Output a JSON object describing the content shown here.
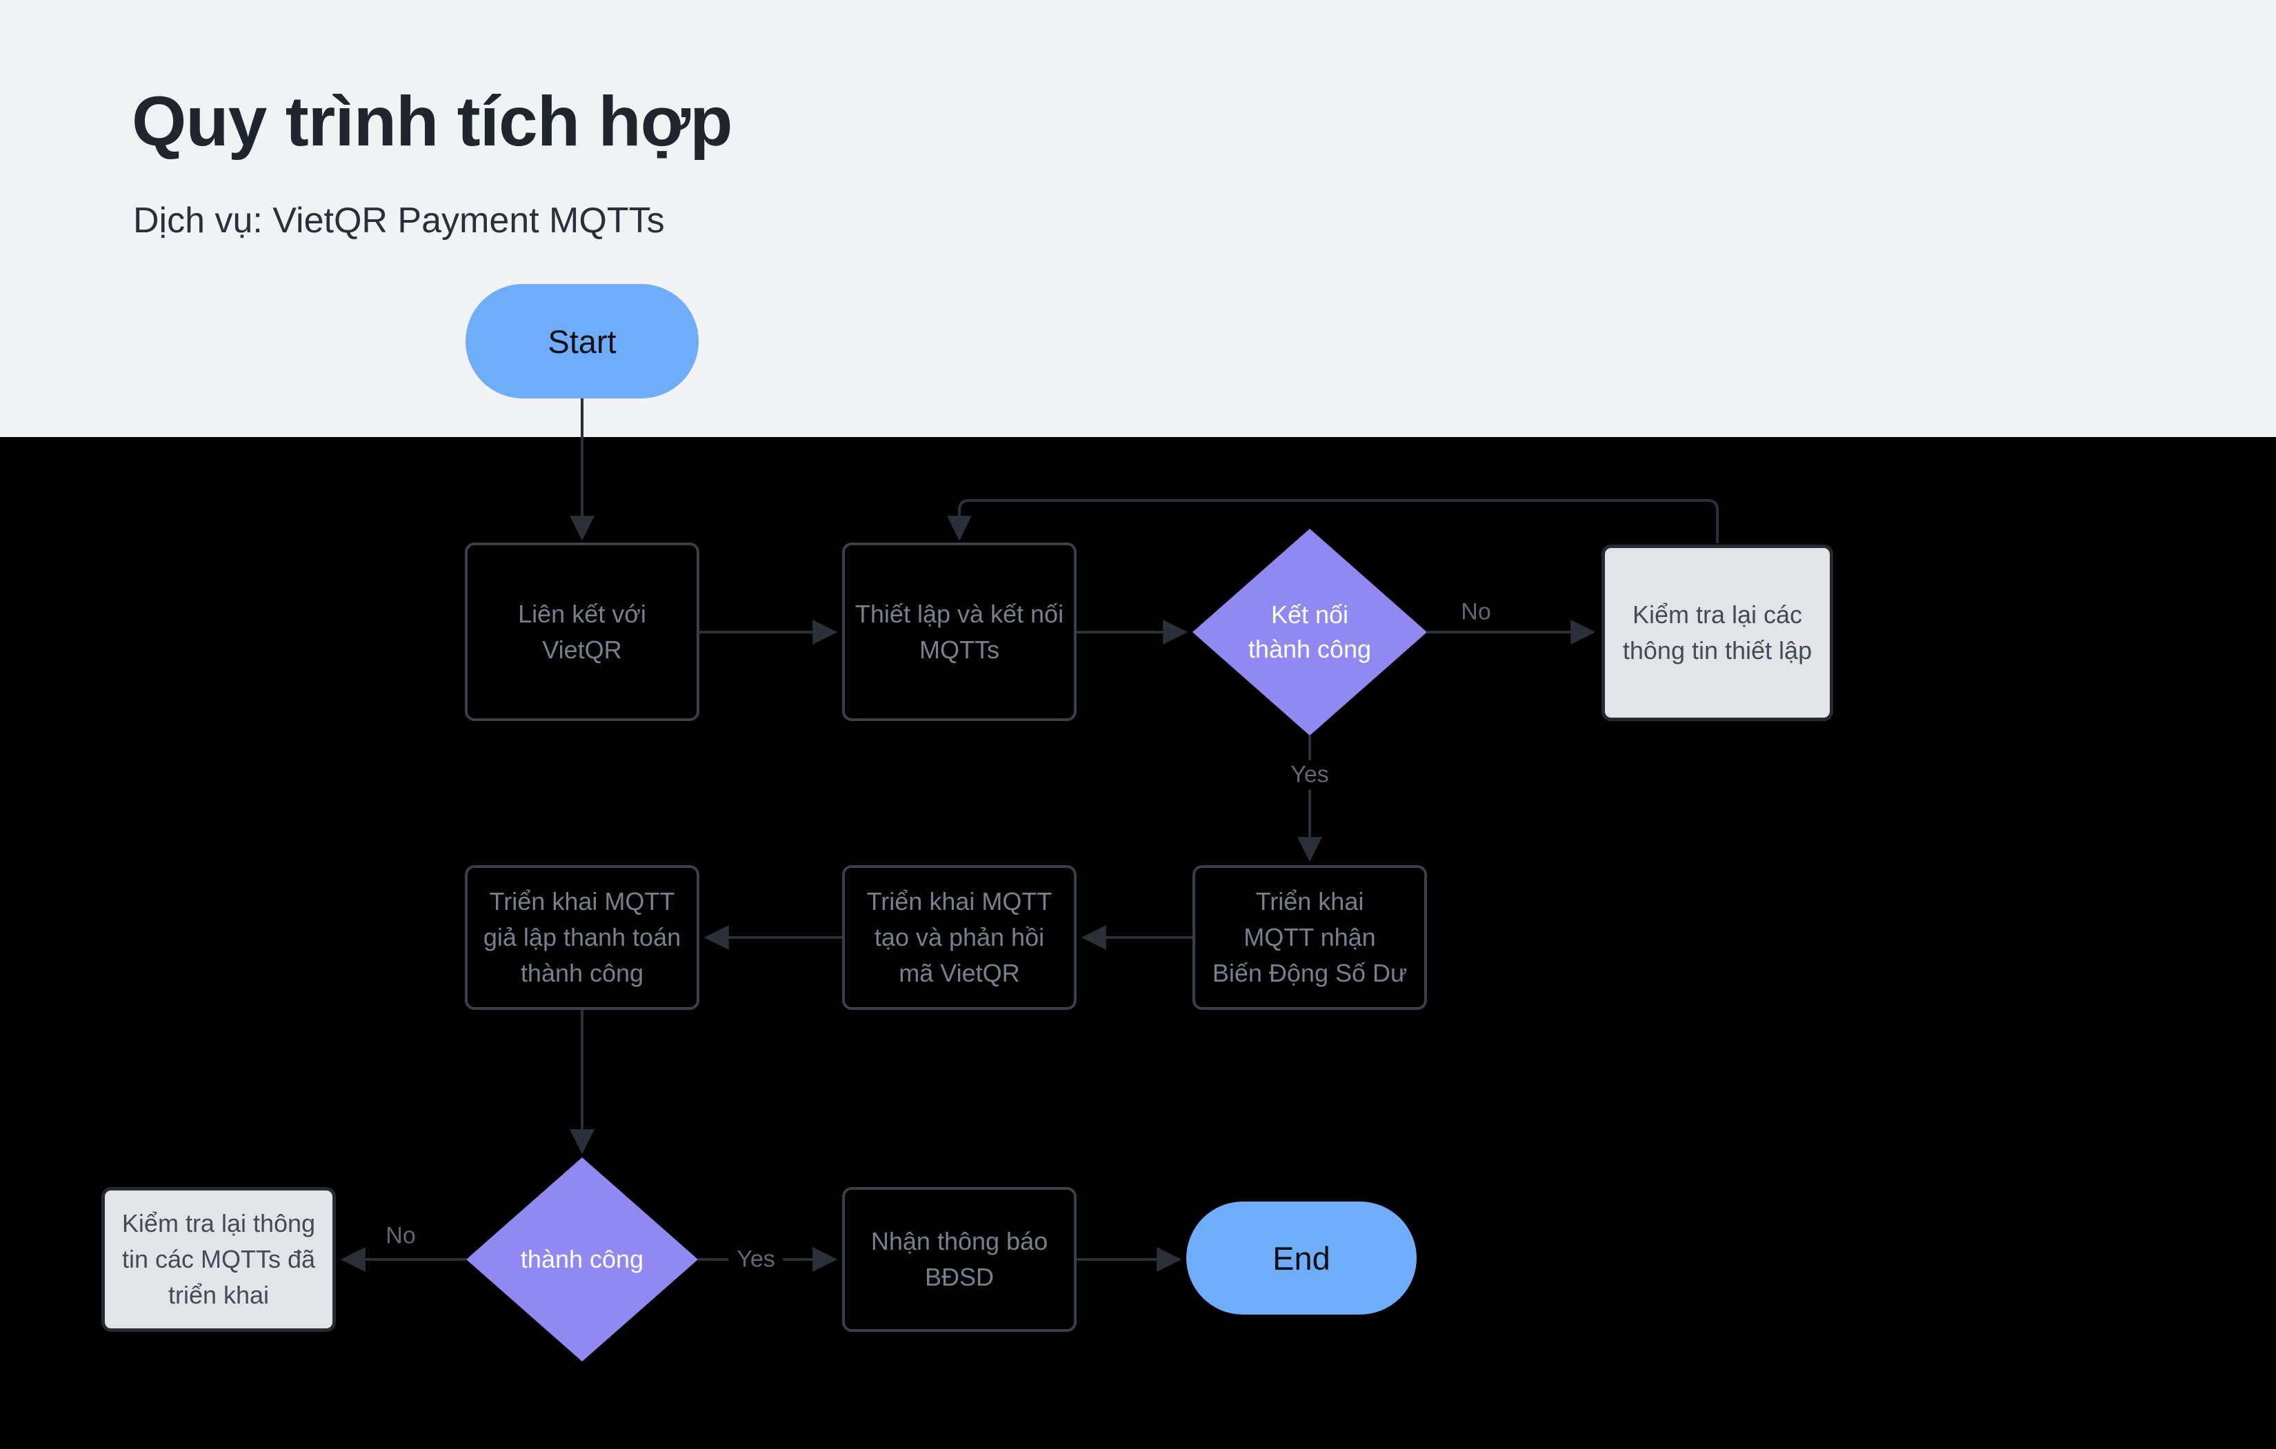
{
  "header": {
    "title": "Quy trình tích hợp",
    "subtitle": "Dịch vụ: VietQR Payment MQTTs"
  },
  "nodes": {
    "start": {
      "label": "Start",
      "type": "terminator"
    },
    "lien_ket": {
      "label": "Liên kết với\nVietQR",
      "type": "process"
    },
    "thiet_lap": {
      "label": "Thiết lập và kết nối\nMQTTs",
      "type": "process"
    },
    "ket_noi": {
      "label": "Kết nối\nthành công",
      "type": "decision"
    },
    "kiem_tra_1": {
      "label": "Kiểm tra lại các\nthông tin thiết lập",
      "type": "highlight"
    },
    "mqtt_nhan": {
      "label": "Triển khai\nMQTT nhận\nBiến Động Số Dư",
      "type": "process"
    },
    "mqtt_tao": {
      "label": "Triển khai MQTT\ntạo và phản hồi\nmã VietQR",
      "type": "process"
    },
    "mqtt_gia_lap": {
      "label": "Triển khai MQTT\ngiả lập thanh toán\nthành công",
      "type": "process"
    },
    "thanh_cong": {
      "label": "thành công",
      "type": "decision"
    },
    "kiem_tra_2": {
      "label": "Kiểm tra lại thông\ntin các MQTTs đã\ntriển khai",
      "type": "highlight"
    },
    "nhan_bdsd": {
      "label": "Nhận thông báo\nBĐSD",
      "type": "process"
    },
    "end": {
      "label": "End",
      "type": "terminator"
    }
  },
  "edge_labels": {
    "no_setup": "No",
    "yes_setup": "Yes",
    "no_deploy": "No",
    "yes_deploy": "Yes"
  },
  "colors": {
    "background": "#000000",
    "top_band": "#f1f2f4",
    "terminator_fill": "#6fadfa",
    "decision_fill": "#9189f2",
    "highlight_fill": "#e2e4e8",
    "process_border": "#394049",
    "process_text": "#788090",
    "arrow": "#2b313a",
    "title_text": "#21262e"
  }
}
